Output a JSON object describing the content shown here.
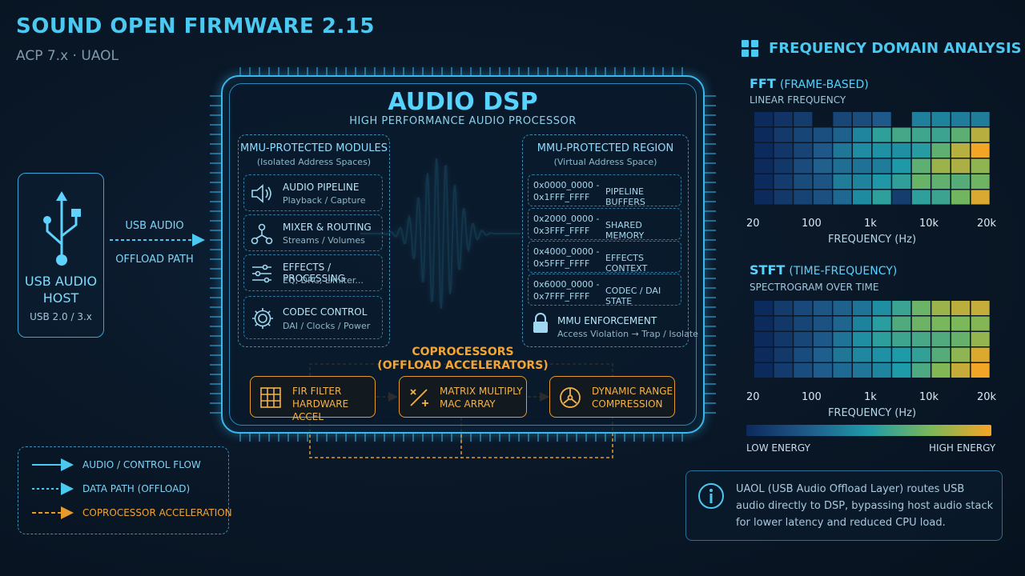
{
  "header": {
    "title": "SOUND OPEN FIRMWARE 2.15",
    "subtitle": "ACP 7.x · UAOL"
  },
  "host": {
    "icon": "usb-icon",
    "title_line1": "USB AUDIO",
    "title_line2": "HOST",
    "sub": "USB 2.0 / 3.x",
    "arrow_label1": "USB AUDIO",
    "arrow_label2": "OFFLOAD PATH"
  },
  "dsp": {
    "title": "AUDIO DSP",
    "subtitle": "HIGH PERFORMANCE AUDIO PROCESSOR"
  },
  "modules": {
    "heading": "MMU-PROTECTED MODULES",
    "subheading": "(Isolated Address Spaces)",
    "items": [
      {
        "icon": "speaker-icon",
        "title": "AUDIO PIPELINE",
        "sub": "Playback / Capture"
      },
      {
        "icon": "routing-icon",
        "title": "MIXER & ROUTING",
        "sub": "Streams / Volumes"
      },
      {
        "icon": "sliders-icon",
        "title": "EFFECTS / PROCESSING",
        "sub": "EQ, DRC, Limiter..."
      },
      {
        "icon": "gear-icon",
        "title": "CODEC CONTROL",
        "sub": "DAI / Clocks / Power"
      }
    ]
  },
  "region": {
    "heading": "MMU-PROTECTED REGION",
    "subheading": "(Virtual Address Space)",
    "rows": [
      {
        "addr1": "0x0000_0000 -",
        "addr2": "0x1FFF_FFFF",
        "name": "PIPELINE BUFFERS"
      },
      {
        "addr1": "0x2000_0000 -",
        "addr2": "0x3FFF_FFFF",
        "name": "SHARED MEMORY"
      },
      {
        "addr1": "0x4000_0000 -",
        "addr2": "0x5FFF_FFFF",
        "name": "EFFECTS CONTEXT"
      },
      {
        "addr1": "0x6000_0000 -",
        "addr2": "0x7FFF_FFFF",
        "name": "CODEC / DAI STATE"
      }
    ],
    "enforcement_title": "MMU ENFORCEMENT",
    "enforcement_sub": "Access Violation → Trap / Isolate"
  },
  "coprocessors": {
    "heading": "COPROCESSORS",
    "subheading": "(OFFLOAD ACCELERATORS)",
    "items": [
      {
        "icon": "grid-icon",
        "line1": "FIR FILTER",
        "line2": "HARDWARE ACCEL"
      },
      {
        "icon": "matrix-icon",
        "line1": "MATRIX MULTIPLY",
        "line2": "MAC ARRAY"
      },
      {
        "icon": "compressor-icon",
        "line1": "DYNAMIC RANGE",
        "line2": "COMPRESSION"
      }
    ]
  },
  "legend": {
    "items": [
      {
        "label": "AUDIO / CONTROL FLOW",
        "color": "#4cc9f0"
      },
      {
        "label": "DATA PATH (OFFLOAD)",
        "color": "#4cc9f0"
      },
      {
        "label": "COPROCESSOR ACCELERATION",
        "color": "#e69a2e"
      }
    ]
  },
  "analysis": {
    "title": "FREQUENCY DOMAIN ANALYSIS",
    "icon": "grid-squares-icon",
    "fft": {
      "title": "FFT",
      "title_paren": "(FRAME-BASED)",
      "sub": "LINEAR FREQUENCY",
      "xlabel": "FREQUENCY (Hz)",
      "ticks": [
        "20",
        "100",
        "1k",
        "10k",
        "20k"
      ]
    },
    "stft": {
      "title": "STFT",
      "title_paren": "(TIME-FREQUENCY)",
      "sub": "SPECTROGRAM OVER TIME",
      "xlabel": "FREQUENCY (Hz)",
      "ticks": [
        "20",
        "100",
        "1k",
        "10k",
        "20k"
      ]
    },
    "colorbar": {
      "low": "LOW ENERGY",
      "high": "HIGH ENERGY"
    }
  },
  "info": {
    "icon": "info-icon",
    "text": "UAOL (USB Audio Offload Layer) routes USB audio directly to DSP, bypassing host audio stack for lower latency and reduced CPU load."
  },
  "colors": {
    "accent": "#4cc9f0",
    "coprocessor": "#e69a2e",
    "background": "#0a1828"
  }
}
